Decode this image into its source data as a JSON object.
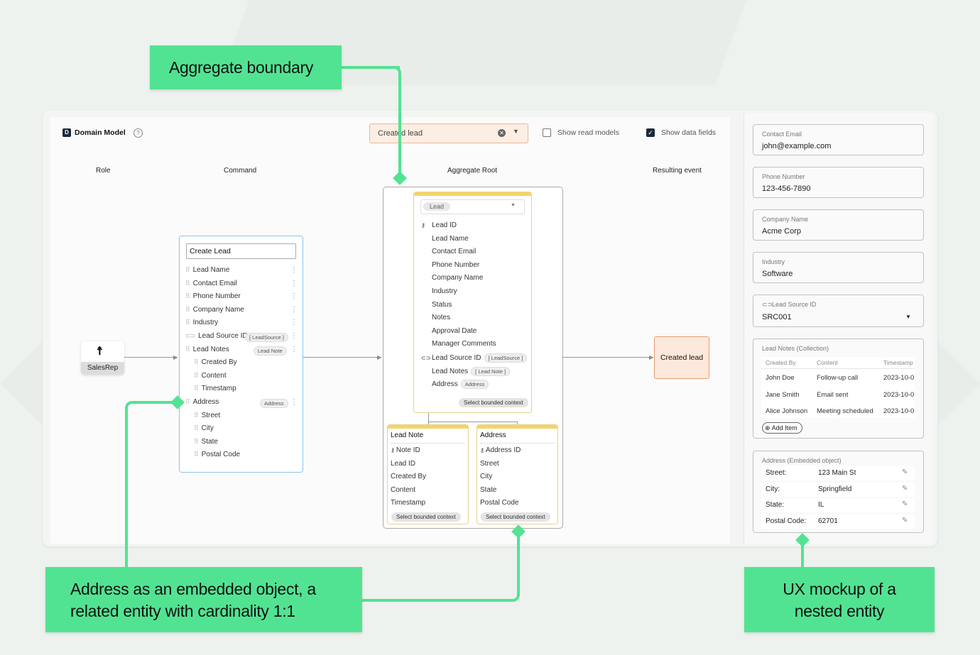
{
  "app": {
    "icon_letter": "D",
    "title": "Domain Model"
  },
  "toolbar": {
    "search_value": "Created lead",
    "show_read_models": "Show read models",
    "show_data_fields": "Show data fields"
  },
  "columns": {
    "role": "Role",
    "command": "Command",
    "aggregate_root": "Aggregate Root",
    "resulting_event": "Resulting event"
  },
  "role": {
    "label": "SalesRep"
  },
  "command": {
    "title": "Create Lead",
    "fields": [
      {
        "label": "Lead Name",
        "indent": 0,
        "chip": ""
      },
      {
        "label": "Contact Email",
        "indent": 0,
        "chip": ""
      },
      {
        "label": "Phone Number",
        "indent": 0,
        "chip": ""
      },
      {
        "label": "Company Name",
        "indent": 0,
        "chip": ""
      },
      {
        "label": "Industry",
        "indent": 0,
        "chip": ""
      },
      {
        "label": "Lead Source ID",
        "indent": 0,
        "chip": "[ LeadSource ]"
      },
      {
        "label": "Lead Notes",
        "indent": 0,
        "chip": "Lead Note"
      },
      {
        "label": "Created By",
        "indent": 1,
        "chip": ""
      },
      {
        "label": "Content",
        "indent": 1,
        "chip": ""
      },
      {
        "label": "Timestamp",
        "indent": 1,
        "chip": ""
      },
      {
        "label": "Address",
        "indent": 0,
        "chip": "Address"
      },
      {
        "label": "Street",
        "indent": 1,
        "chip": ""
      },
      {
        "label": "City",
        "indent": 1,
        "chip": ""
      },
      {
        "label": "State",
        "indent": 1,
        "chip": ""
      },
      {
        "label": "Postal Code",
        "indent": 1,
        "chip": ""
      }
    ]
  },
  "aggregate": {
    "select_value": "Lead",
    "fields": [
      {
        "label": "Lead ID",
        "chip": ""
      },
      {
        "label": "Lead Name",
        "chip": ""
      },
      {
        "label": "Contact Email",
        "chip": ""
      },
      {
        "label": "Phone Number",
        "chip": ""
      },
      {
        "label": "Company Name",
        "chip": ""
      },
      {
        "label": "Industry",
        "chip": ""
      },
      {
        "label": "Status",
        "chip": ""
      },
      {
        "label": "Notes",
        "chip": ""
      },
      {
        "label": "Approval Date",
        "chip": ""
      },
      {
        "label": "Manager Comments",
        "chip": ""
      },
      {
        "label": "Lead Source ID",
        "chip": "[ LeadSource ]"
      },
      {
        "label": "Lead Notes",
        "chip": "[ Lead Note ]"
      },
      {
        "label": "Address",
        "chip": "Address"
      }
    ],
    "select_bounded_context": "Select bounded context",
    "lead_note": {
      "title": "Lead Note",
      "fields": [
        "Note ID",
        "Lead ID",
        "Created By",
        "Content",
        "Timestamp"
      ]
    },
    "address": {
      "title": "Address",
      "fields": [
        "Address ID",
        "Street",
        "City",
        "State",
        "Postal Code"
      ]
    }
  },
  "event": {
    "label": "Created lead"
  },
  "form": {
    "contact_email": {
      "label": "Contact Email",
      "value": "john@example.com"
    },
    "phone_number": {
      "label": "Phone Number",
      "value": "123-456-7890"
    },
    "company_name": {
      "label": "Company Name",
      "value": "Acme Corp"
    },
    "industry": {
      "label": "Industry",
      "value": "Software"
    },
    "lead_source": {
      "label": "Lead Source ID",
      "value": "SRC001"
    },
    "lead_notes": {
      "label": "Lead Notes (Collection)",
      "headers": [
        "Created By",
        "Content",
        "Timestamp"
      ],
      "rows": [
        [
          "John Doe",
          "Follow-up call",
          "2023-10-0"
        ],
        [
          "Jane Smith",
          "Email sent",
          "2023-10-0"
        ],
        [
          "Alice Johnson",
          "Meeting scheduled",
          "2023-10-0"
        ]
      ],
      "add_item": "Add Item"
    },
    "address": {
      "label": "Address (Embedded object)",
      "rows": [
        {
          "key": "Street:",
          "value": "123 Main St"
        },
        {
          "key": "City:",
          "value": "Springfield"
        },
        {
          "key": "State:",
          "value": "IL"
        },
        {
          "key": "Postal Code:",
          "value": "62701"
        }
      ]
    }
  },
  "callouts": {
    "aggregate_boundary": "Aggregate boundary",
    "embedded": "Address as an embedded object, a related entity with cardinality 1:1",
    "ux_mockup": "UX mockup of a nested entity"
  },
  "colors": {
    "accent": "#52e392",
    "event_bg": "#fde8dc",
    "event_border": "#e89a6e",
    "command_border": "#8cc4f0",
    "aggregate_header": "#f5d36b"
  }
}
